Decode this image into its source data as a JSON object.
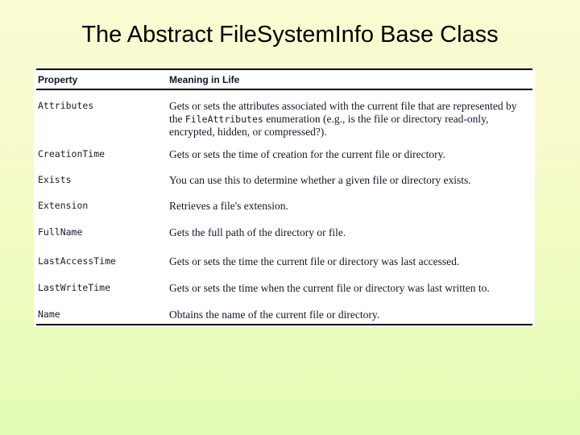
{
  "slide": {
    "title": "The Abstract FileSystemInfo Base Class",
    "background_top_color": "#FBFBD2",
    "background_bottom_color": "#E2FDB3",
    "title_color": "#000000"
  },
  "table": {
    "panel_color": "#FFFFFF",
    "rule_color": "#000000",
    "headers": {
      "property": "Property",
      "meaning": "Meaning in Life"
    },
    "rows": [
      {
        "property": "Attributes",
        "meaning_pre": "Gets or sets the attributes associated with the current file that are represented by the ",
        "meaning_code": "FileAttributes",
        "meaning_post": " enumeration (e.g., is the file or directory read-only, encrypted, hidden, or compressed?)."
      },
      {
        "property": "CreationTime",
        "meaning": "Gets or sets the time of creation for the current file or directory."
      },
      {
        "property": "Exists",
        "meaning": "You can use this to determine whether a given file or directory exists."
      },
      {
        "property": "Extension",
        "meaning": "Retrieves a file's extension."
      },
      {
        "property": "FullName",
        "meaning": "Gets the full path of the directory or file."
      },
      {
        "property": "LastAccessTime",
        "meaning": "Gets or sets the time the current file or directory was last accessed."
      },
      {
        "property": "LastWriteTime",
        "meaning": "Gets or sets the time when the current file or directory was last written to."
      },
      {
        "property": "Name",
        "meaning": "Obtains the name of the current file or directory."
      }
    ]
  }
}
